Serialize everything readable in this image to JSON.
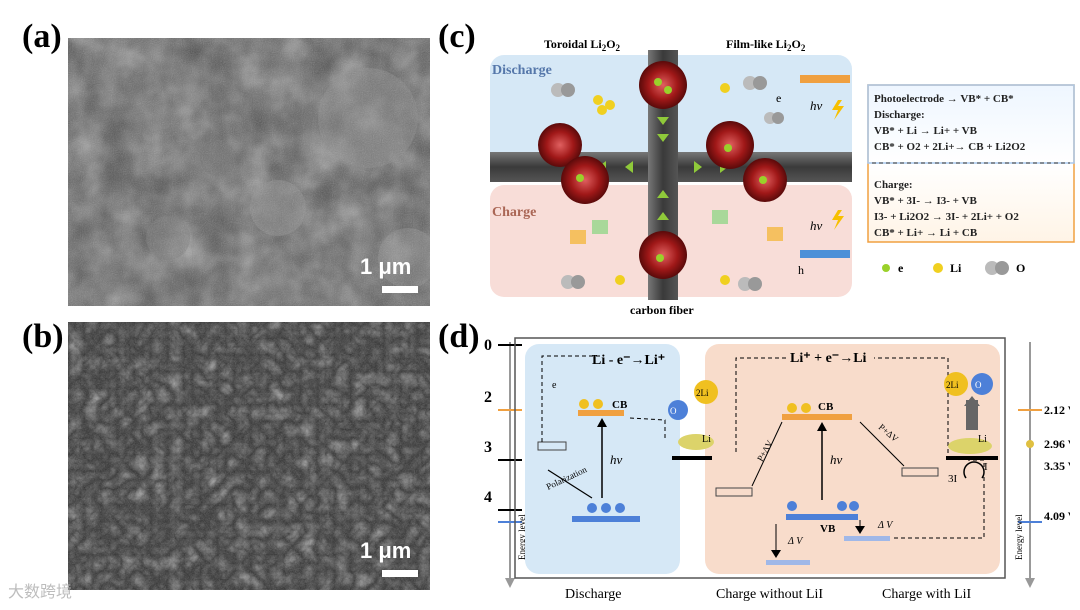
{
  "panels": {
    "a": {
      "label": "(a)",
      "scale": "1 μm"
    },
    "b": {
      "label": "(b)",
      "scale": "1 μm"
    },
    "c": {
      "label": "(c)"
    },
    "d": {
      "label": "(d)"
    }
  },
  "panel_c": {
    "toroidal": "Toroidal Li",
    "toroidal_sub": "2",
    "toroidal_o": "O",
    "filmlike": "Film-like Li",
    "discharge": "Discharge",
    "charge": "Charge",
    "carbon_fiber": "carbon fiber",
    "eq_title": "Photoelectrode → VB* + CB*",
    "eq_discharge": "Discharge:",
    "eq_d1": "VB* + Li → Li+ + VB",
    "eq_d2": "CB* + O2 + 2Li+→ CB + Li2O2",
    "eq_charge": "Charge:",
    "eq_c1": "VB* + 3I- → I3- + VB",
    "eq_c2": "I3- + Li2O2 → 3I- + 2Li+ + O2",
    "eq_c3": "CB* + Li+ → Li + CB",
    "legend_e": "e",
    "legend_li": "Li",
    "legend_o2": "O",
    "hv": "hν",
    "eminus": "e",
    "hplus": "h",
    "I3": "I",
    "Iminus": "I"
  },
  "panel_d": {
    "energy_ticks": [
      "0",
      "2",
      "3",
      "4"
    ],
    "energy_level": "Energy level",
    "right_values": [
      "2.12 V",
      "2.96 V",
      "3.35 V",
      "4.09 V"
    ],
    "discharge_eq": "Li - e⁻→Li⁺",
    "charge_eq": "Li⁺ + e⁻→Li",
    "cb": "CB",
    "vb": "VB",
    "hv": "hν",
    "polarization": "Polarization",
    "o2": "O",
    "two_li": "2Li",
    "li2o2": "Li",
    "dv1": "Δ V",
    "dv2": "Δ V",
    "pdv1": "P+ΔV",
    "pdv2": "P+ΔV",
    "three_i": "3I",
    "i3": "I",
    "label_discharge": "Discharge",
    "label_without": "Charge without LiI",
    "label_with": "Charge with LiI"
  },
  "watermark": "大数跨境"
}
